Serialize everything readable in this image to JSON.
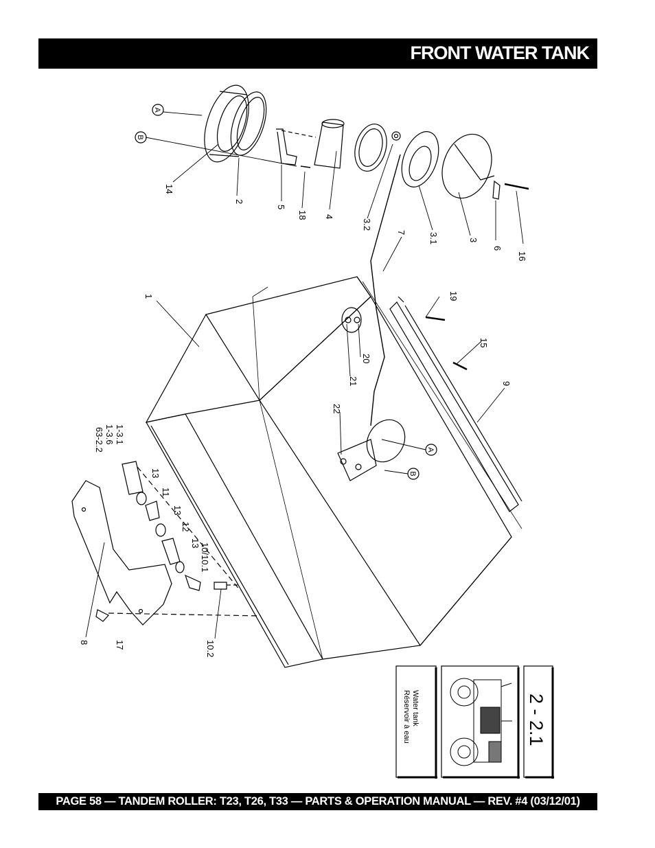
{
  "header": {
    "title": "FRONT WATER TANK"
  },
  "footer": {
    "text": "PAGE 58 — TANDEM ROLLER: T23, T26, T33 — PARTS & OPERATION MANUAL — REV. #4 (03/12/01)"
  },
  "diagram": {
    "callout_circles": {
      "a": "A",
      "b": "B"
    },
    "part_numbers": {
      "p1": "1",
      "p2": "2",
      "p3": "3",
      "p3_1": "3.1",
      "p3_2": "3.2",
      "p4": "4",
      "p5": "5",
      "p6": "6",
      "p7": "7",
      "p8": "8",
      "p9": "9",
      "p10_1": "10/10.1",
      "p10_2": "10.2",
      "p11": "11",
      "p12": "12",
      "p13_a": "13",
      "p13_b": "13",
      "p13_c": "13",
      "p14": "14",
      "p15": "15",
      "p16": "16",
      "p17": "17",
      "p18": "18",
      "p19": "19",
      "p20": "20",
      "p21": "21",
      "p22": "22",
      "kit_line1": "1-3.1",
      "kit_line2": "1-3.6",
      "kit_line3": "63-2.2"
    }
  },
  "inset": {
    "caption_en": "Water tank",
    "caption_fr": "Réservoir à eau",
    "section_number": "2 - 2.1"
  }
}
